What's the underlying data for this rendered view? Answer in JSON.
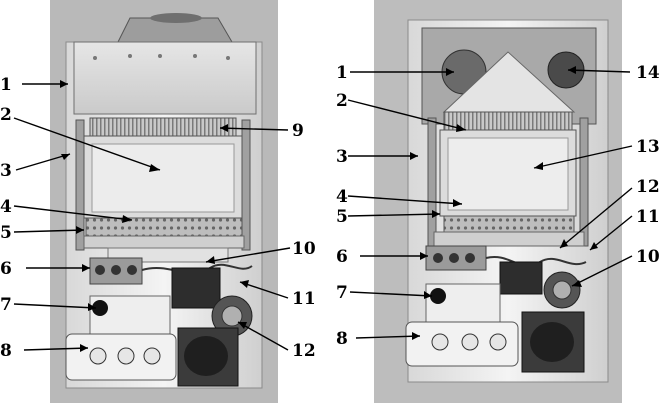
{
  "left_panel": {
    "labels": [
      {
        "id": "L1",
        "text": "1"
      },
      {
        "id": "L2",
        "text": "2"
      },
      {
        "id": "L3",
        "text": "3"
      },
      {
        "id": "L4",
        "text": "4"
      },
      {
        "id": "L5",
        "text": "5"
      },
      {
        "id": "L6",
        "text": "6"
      },
      {
        "id": "L7",
        "text": "7"
      },
      {
        "id": "L8",
        "text": "8"
      },
      {
        "id": "L9",
        "text": "9"
      },
      {
        "id": "L10",
        "text": "10"
      },
      {
        "id": "L11",
        "text": "11"
      },
      {
        "id": "L12",
        "text": "12"
      }
    ]
  },
  "right_panel": {
    "labels": [
      {
        "id": "R1",
        "text": "1"
      },
      {
        "id": "R2",
        "text": "2"
      },
      {
        "id": "R3",
        "text": "3"
      },
      {
        "id": "R4",
        "text": "4"
      },
      {
        "id": "R5",
        "text": "5"
      },
      {
        "id": "R6",
        "text": "6"
      },
      {
        "id": "R7",
        "text": "7"
      },
      {
        "id": "R8",
        "text": "8"
      },
      {
        "id": "R14",
        "text": "14"
      },
      {
        "id": "R13",
        "text": "13"
      },
      {
        "id": "R12",
        "text": "12"
      },
      {
        "id": "R11",
        "text": "11"
      },
      {
        "id": "R10",
        "text": "10"
      }
    ]
  }
}
